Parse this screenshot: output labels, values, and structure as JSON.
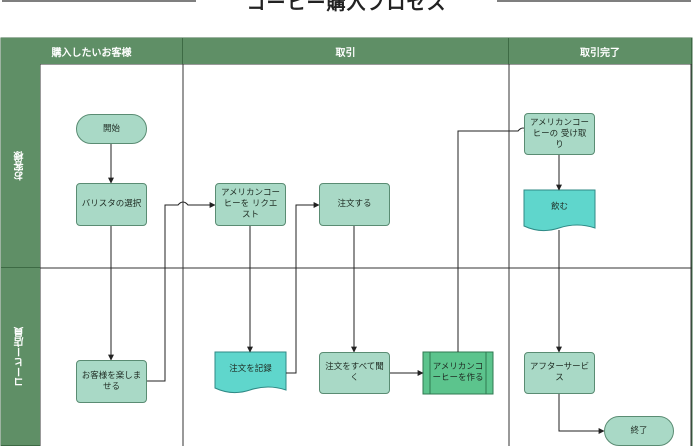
{
  "title": "コーヒー購入プロセス",
  "columns": [
    "購入したいお客様",
    "取引",
    "取引完了"
  ],
  "rows": [
    "お客様",
    "コーヒー店員"
  ],
  "nodes": {
    "start": "開始",
    "select_barista": "バリスタの選択",
    "request": "アメリカンコーヒーを リクエスト",
    "order": "注文する",
    "receive": "アメリカンコーヒーの 受け取り",
    "drink": "飲む",
    "entertain": "お客様を楽しませる",
    "record": "注文を記録",
    "listen": "注文をすべて聞く",
    "make": "アメリカンコーヒーを作る",
    "after_service": "アフターサービス",
    "end": "終了"
  },
  "colors": {
    "header": "#5f8f66",
    "node_fill": "#a9d9c6",
    "doc_fill": "#5fd6cc",
    "subprocess_fill": "#5cc48d",
    "line": "#222222"
  }
}
